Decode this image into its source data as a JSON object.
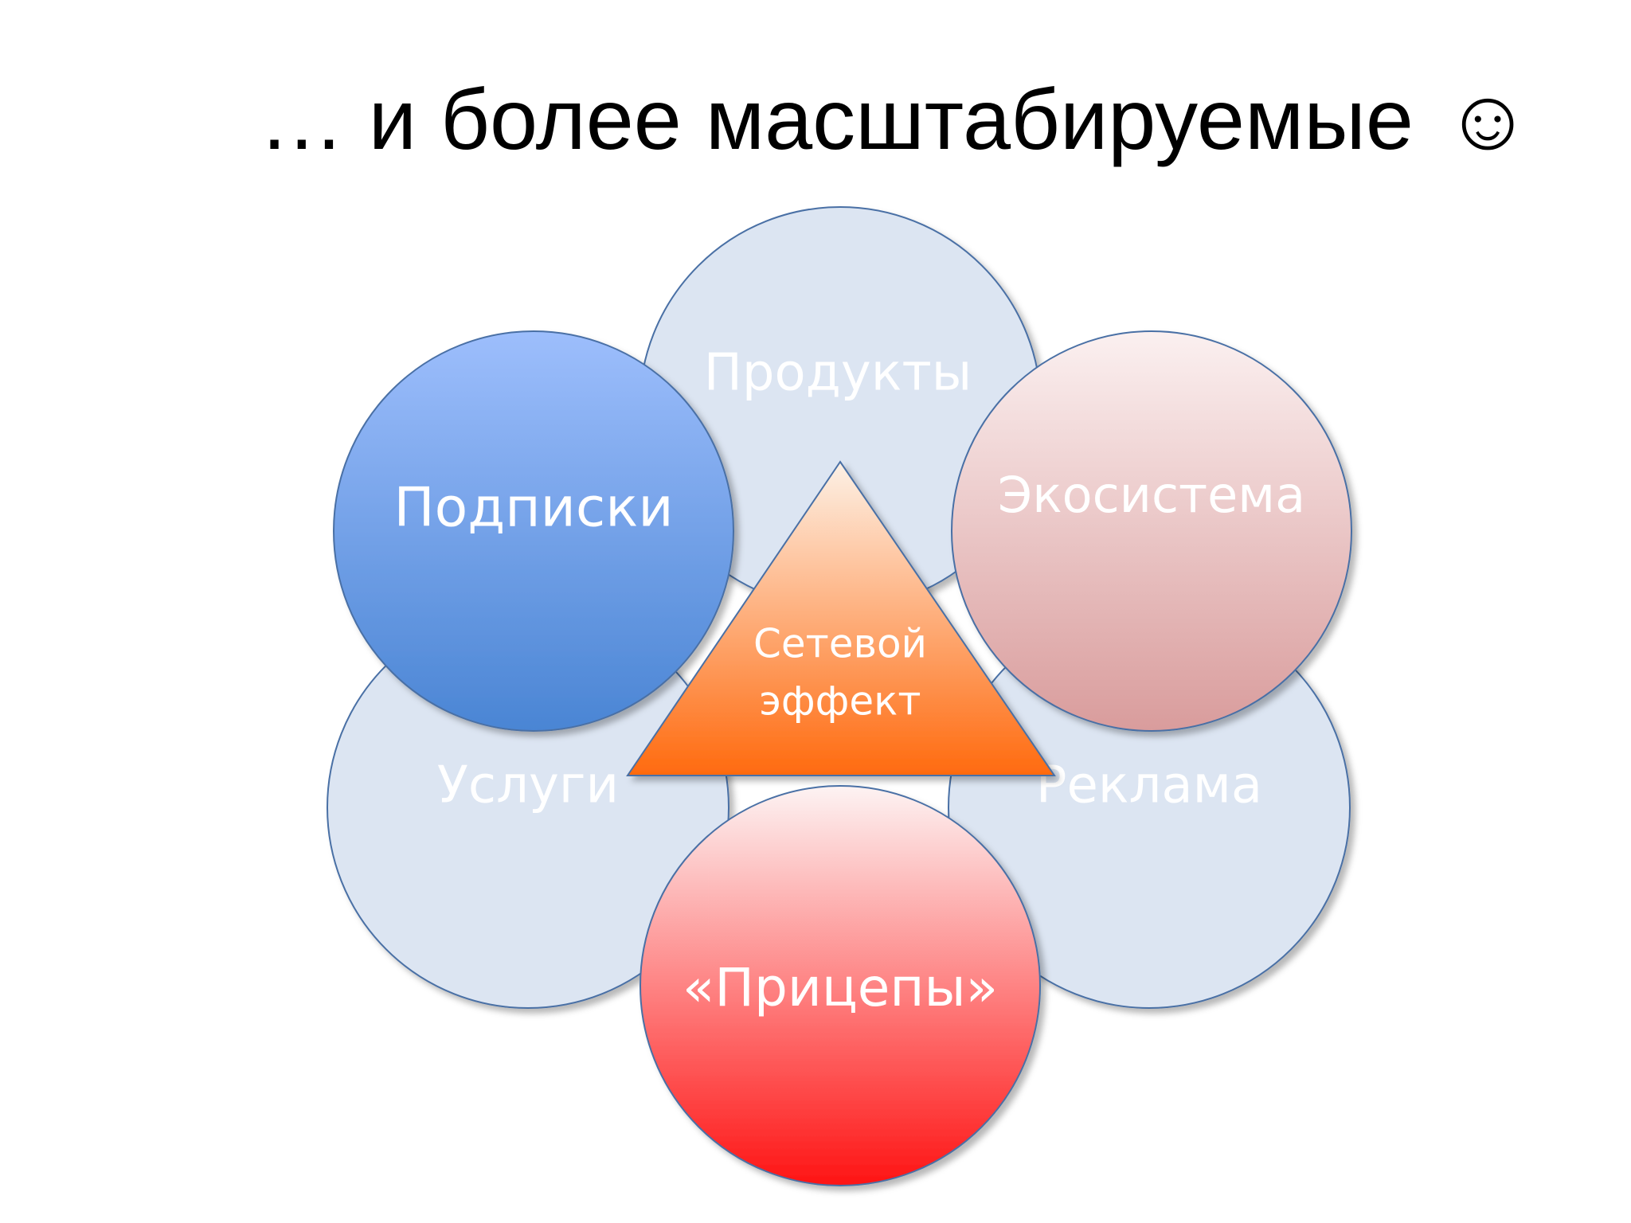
{
  "title": {
    "text": "… и более масштабируемые",
    "smiley": "☺"
  },
  "diagram": {
    "back_circles": [
      {
        "key": "products",
        "label": "Продукты",
        "color": "#dce5f2"
      },
      {
        "key": "services",
        "label": "Услуги",
        "color": "#dce5f2"
      },
      {
        "key": "ads",
        "label": "Реклама",
        "color": "#dce5f2"
      }
    ],
    "front_circles": [
      {
        "key": "subscriptions",
        "label": "Подписки",
        "color_top": "#9dbefc",
        "color_bottom": "#4a85d4"
      },
      {
        "key": "ecosystem",
        "label": "Экосистема",
        "color_top": "#fbf0f0",
        "color_bottom": "#d99c9c"
      },
      {
        "key": "trailers",
        "label": "«Прицепы»",
        "color_top": "#fdf3f3",
        "color_bottom": "#fe1414"
      }
    ],
    "center": {
      "line1": "Сетевой",
      "line2": "эффект",
      "color_top": "#fdf1e6",
      "color_bottom": "#ff6a0e"
    },
    "outline_color": "#4a6fa5"
  }
}
